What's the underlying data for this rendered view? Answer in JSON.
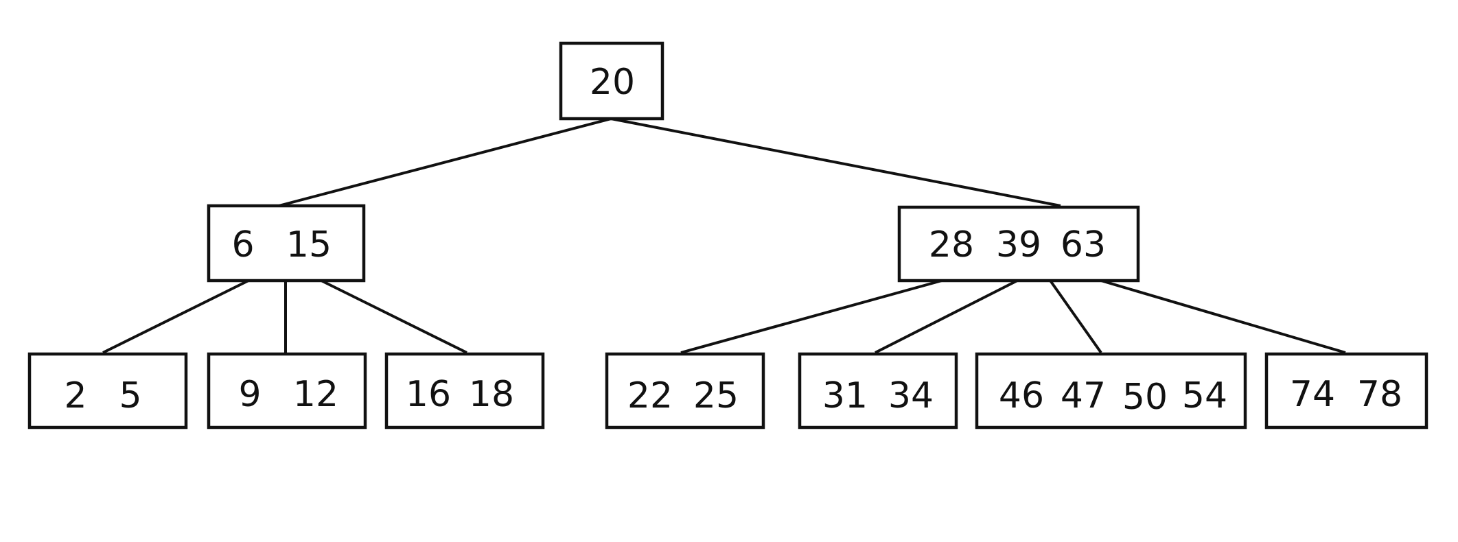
{
  "tree": {
    "root": {
      "keys": [
        "20"
      ]
    },
    "level1": [
      {
        "keys": [
          "6",
          "15"
        ]
      },
      {
        "keys": [
          "28",
          "39",
          "63"
        ]
      }
    ],
    "leaves": [
      {
        "keys": [
          "2",
          "5"
        ]
      },
      {
        "keys": [
          "9",
          "12"
        ]
      },
      {
        "keys": [
          "16",
          "18"
        ]
      },
      {
        "keys": [
          "22",
          "25"
        ]
      },
      {
        "keys": [
          "31",
          "34"
        ]
      },
      {
        "keys": [
          "46",
          "47",
          "50",
          "54"
        ]
      },
      {
        "keys": [
          "74",
          "78"
        ]
      }
    ]
  },
  "colors": {
    "stroke": "#111111",
    "background": "#ffffff"
  }
}
